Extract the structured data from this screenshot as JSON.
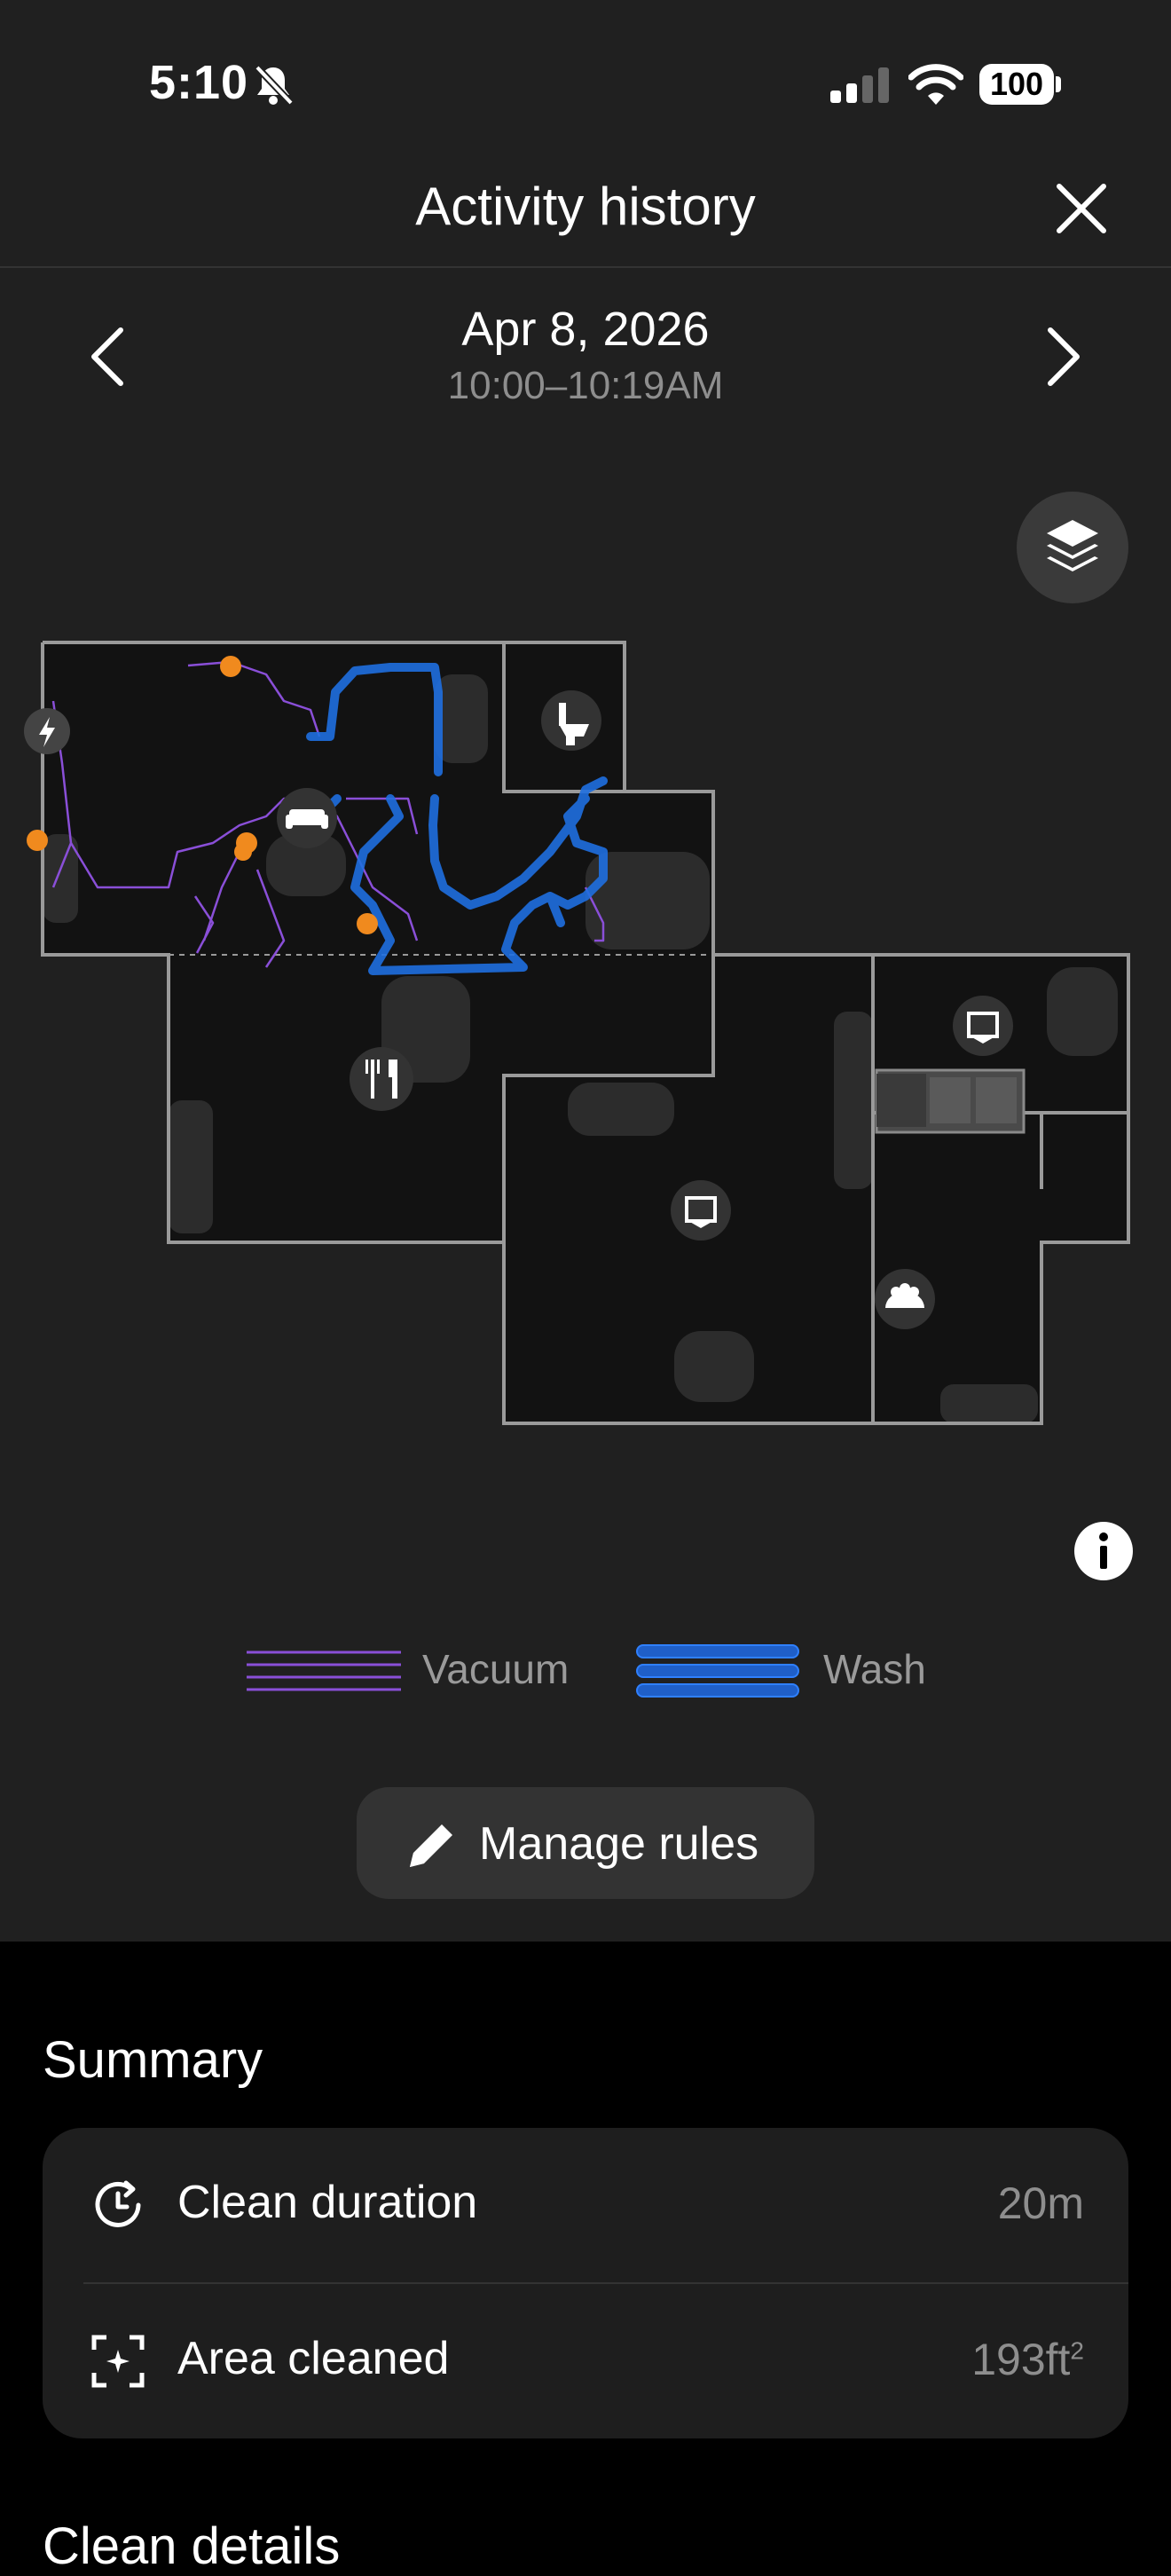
{
  "status_bar": {
    "time": "5:10",
    "battery": "100",
    "icons": [
      "bell-muted-icon",
      "cellular-signal-icon",
      "wifi-icon",
      "battery-icon"
    ]
  },
  "header": {
    "title": "Activity history",
    "close_icon": "close-icon"
  },
  "date_nav": {
    "date": "Apr 8, 2026",
    "time_range": "10:00–10:19AM",
    "prev_icon": "chevron-left-icon",
    "next_icon": "chevron-right-icon"
  },
  "map": {
    "room_icons": [
      "charging-dock-icon",
      "sofa-icon",
      "toilet-icon",
      "dining-icon",
      "room-icon",
      "room-icon",
      "people-icon"
    ],
    "colors": {
      "vacuum_path": "#8a4fd8",
      "wash_path": "#1f6fe0",
      "marker": "#f08a1e",
      "wall": "#9a9a9a",
      "floor": "#121212"
    }
  },
  "legend": {
    "vacuum": "Vacuum",
    "wash": "Wash"
  },
  "actions": {
    "manage_rules": "Manage rules"
  },
  "summary": {
    "title": "Summary",
    "rows": [
      {
        "label": "Clean duration",
        "value": "20m",
        "icon": "clock-icon"
      },
      {
        "label": "Area cleaned",
        "value": "193ft",
        "unit_sup": "2",
        "icon": "area-scan-icon"
      }
    ]
  },
  "clean_details_title": "Clean details"
}
